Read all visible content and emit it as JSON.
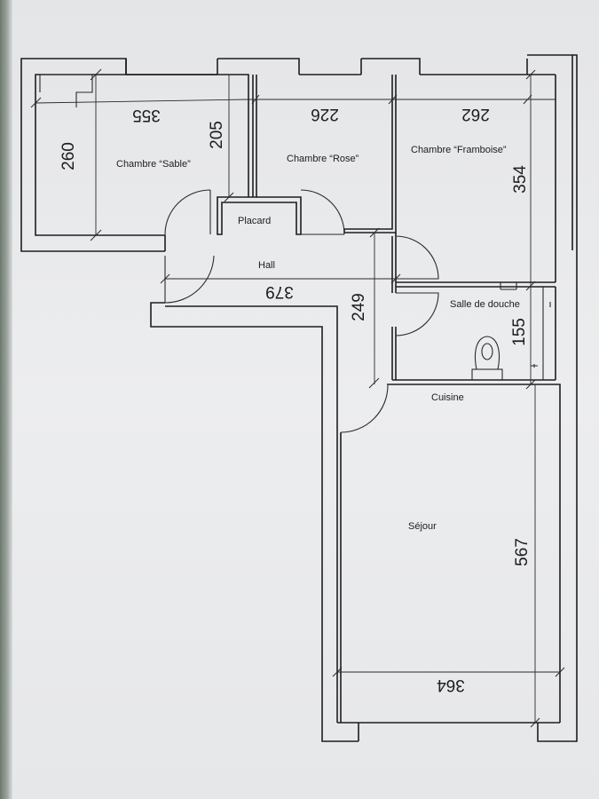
{
  "rooms": {
    "sable": "Chambre “Sable”",
    "rose": "Chambre “Rose”",
    "framboise": "Chambre “Framboise”",
    "placard": "Placard",
    "hall": "Hall",
    "salle_de_douche": "Salle de douche",
    "cuisine": "Cuisine",
    "sejour": "Séjour"
  },
  "dimensions": {
    "sable_width": "355",
    "sable_height": "260",
    "sable_wall": "205",
    "rose_width": "226",
    "framboise_width": "262",
    "framboise_height": "354",
    "hall_width": "379",
    "hall_height": "249",
    "douche_height": "155",
    "sejour_height": "567",
    "sejour_width": "364"
  }
}
